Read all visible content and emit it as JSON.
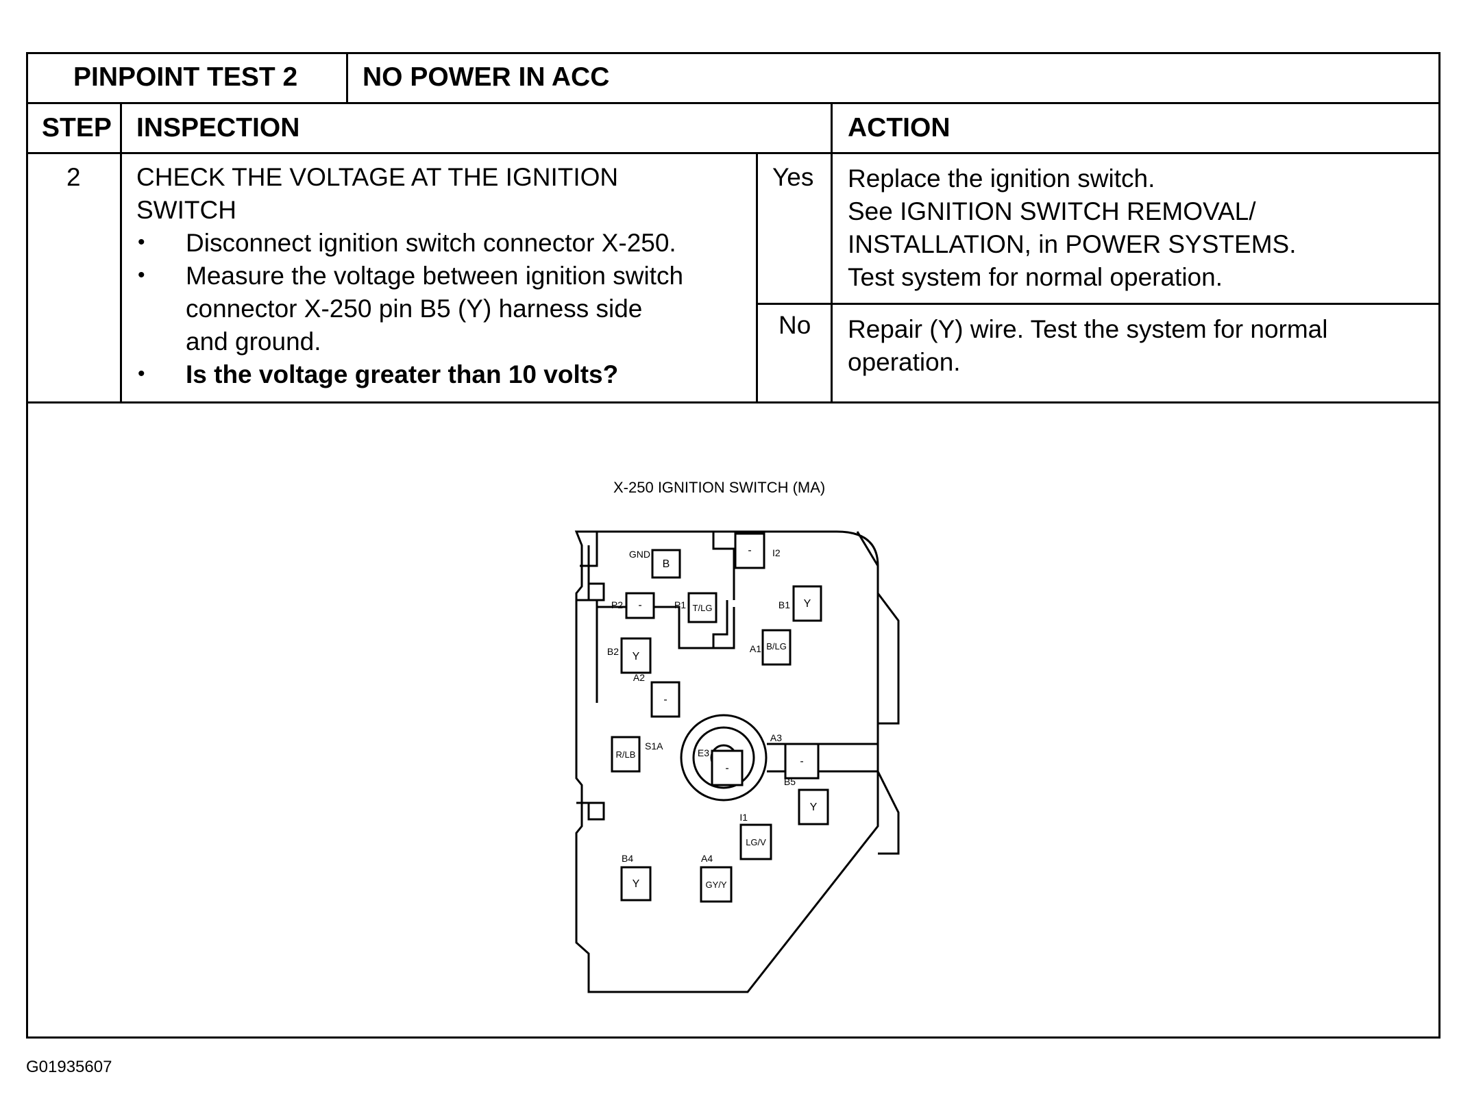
{
  "header": {
    "test_label": "PINPOINT TEST 2",
    "test_title": "NO POWER IN ACC"
  },
  "columns": {
    "step": "STEP",
    "inspection": "INSPECTION",
    "action": "ACTION"
  },
  "row": {
    "step_number": "2",
    "inspection_title_1": "CHECK THE VOLTAGE AT THE IGNITION",
    "inspection_title_2": "SWITCH",
    "bullets": [
      "Disconnect ignition switch connector X-250.",
      "Measure the voltage between ignition switch",
      "connector X-250 pin B5 (Y) harness side",
      "and ground.",
      "Is the voltage greater than 10 volts?"
    ],
    "yes_label": "Yes",
    "yes_action": [
      "Replace the ignition switch.",
      "See IGNITION SWITCH REMOVAL/",
      "INSTALLATION, in POWER SYSTEMS.",
      "Test system for normal operation."
    ],
    "no_label": "No",
    "no_action": [
      "Repair (Y) wire.  Test the system for normal",
      "operation."
    ]
  },
  "figure": {
    "title": "X-250 IGNITION SWITCH (MA)",
    "pins": [
      {
        "name": "GND",
        "wire": "B"
      },
      {
        "name": "I2",
        "wire": "-"
      },
      {
        "name": "P2",
        "wire": "-"
      },
      {
        "name": "P1",
        "wire": "T/LG"
      },
      {
        "name": "B1",
        "wire": "Y"
      },
      {
        "name": "B2",
        "wire": "Y"
      },
      {
        "name": "A1",
        "wire": "B/LG"
      },
      {
        "name": "A2",
        "wire": "-"
      },
      {
        "name": "S1A",
        "wire": "R/LB"
      },
      {
        "name": "E3",
        "wire": "-"
      },
      {
        "name": "A3",
        "wire": "-"
      },
      {
        "name": "B5",
        "wire": "Y"
      },
      {
        "name": "I1",
        "wire": "LG/V"
      },
      {
        "name": "B4",
        "wire": "Y"
      },
      {
        "name": "A4",
        "wire": "GY/Y"
      }
    ]
  },
  "figure_code": "G01935607"
}
